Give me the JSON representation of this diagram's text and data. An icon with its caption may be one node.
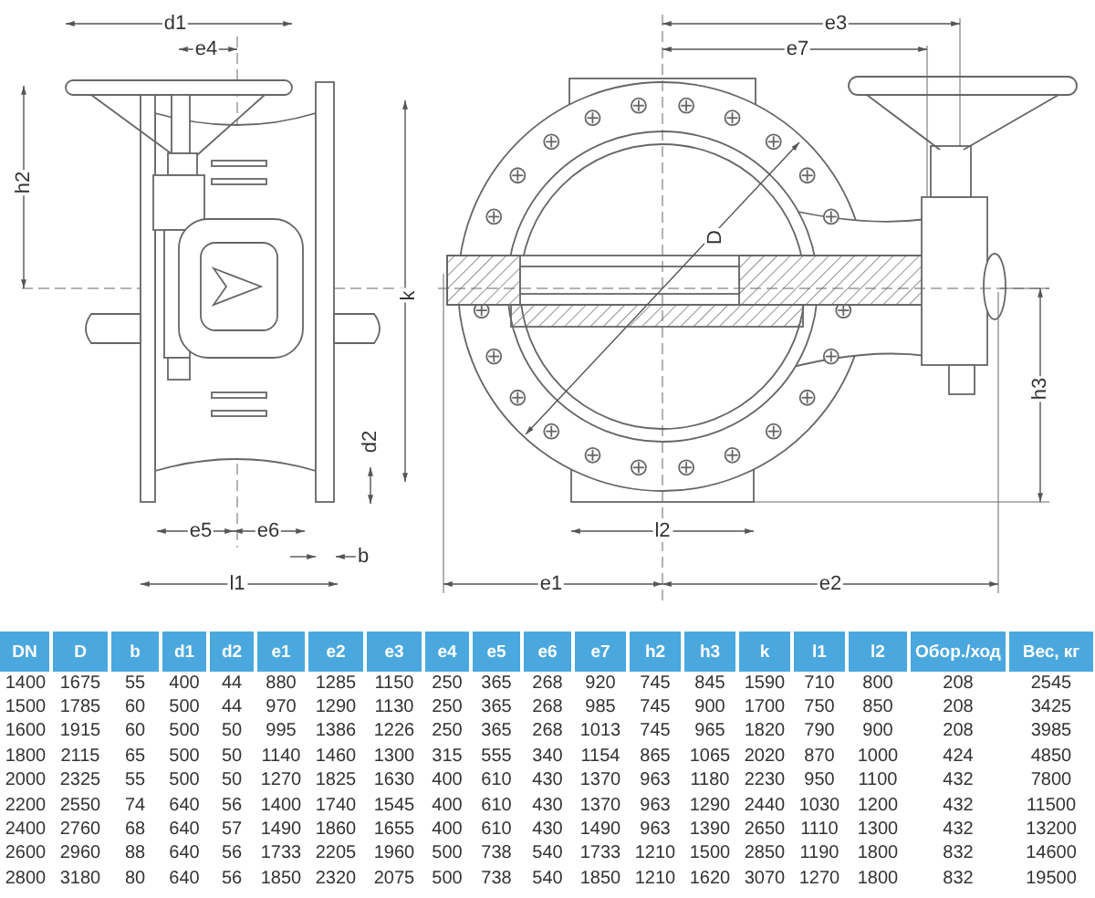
{
  "diagram": {
    "labels": [
      "d1",
      "e4",
      "e3",
      "e7",
      "h2",
      "D",
      "k",
      "h3",
      "d2",
      "e5",
      "e6",
      "b",
      "l2",
      "l1",
      "e1",
      "e2",
      "DN",
      "D",
      "b",
      "d1",
      "d2",
      "e1",
      "e2",
      "e3",
      "e4",
      "e5",
      "e6",
      "e7",
      "h2",
      "h3",
      "k",
      "l1",
      "l2",
      "Обор./ход",
      "Вес, кг",
      "1400",
      "1675",
      "55",
      "400",
      "44",
      "880",
      "1285",
      "1150",
      "250",
      "365",
      "268",
      "920",
      "745",
      "845",
      "1590",
      "710",
      "800",
      "208",
      "2545",
      "1500",
      "1785",
      "60",
      "500",
      "44",
      "970",
      "1290",
      "1130",
      "250",
      "365",
      "268",
      "985",
      "745",
      "900",
      "1700",
      "750",
      "850",
      "208",
      "3425",
      "1600",
      "1915",
      "60",
      "500",
      "50",
      "995",
      "1386",
      "1226",
      "250",
      "365",
      "268",
      "1013",
      "745",
      "965",
      "1820",
      "790",
      "900",
      "208",
      "3985",
      "1800",
      "2115",
      "65",
      "500",
      "50",
      "1140",
      "1460",
      "1300",
      "315",
      "555",
      "340",
      "1154",
      "865",
      "1065",
      "2020",
      "870",
      "1000",
      "424",
      "4850",
      "2000",
      "2325",
      "55",
      "500",
      "50",
      "1270",
      "1825",
      "1630",
      "400",
      "610",
      "430",
      "1370",
      "963",
      "1180",
      "2230",
      "950",
      "1100",
      "432",
      "7800",
      "2200",
      "2550",
      "74",
      "640",
      "56",
      "1400",
      "1740",
      "1545",
      "400",
      "610",
      "430",
      "1370",
      "963",
      "1290",
      "2440",
      "1030",
      "1200",
      "432",
      "11500",
      "2400",
      "2760",
      "68",
      "640",
      "57",
      "1490",
      "1860",
      "1655",
      "400",
      "610",
      "430",
      "1490",
      "963",
      "1390",
      "2650",
      "1110",
      "1300",
      "432",
      "13200",
      "2600",
      "2960",
      "88",
      "640",
      "56",
      "1733",
      "2205",
      "1960",
      "500",
      "738",
      "540",
      "1733",
      "1210",
      "1500",
      "2850",
      "1190",
      "1800",
      "832",
      "14600",
      "2800",
      "3180",
      "80",
      "640",
      "56",
      "1850",
      "2320",
      "2075",
      "500",
      "738",
      "540",
      "1850",
      "1210",
      "1620",
      "3070",
      "1270",
      "1800",
      "832",
      "19500"
    ]
  }
}
